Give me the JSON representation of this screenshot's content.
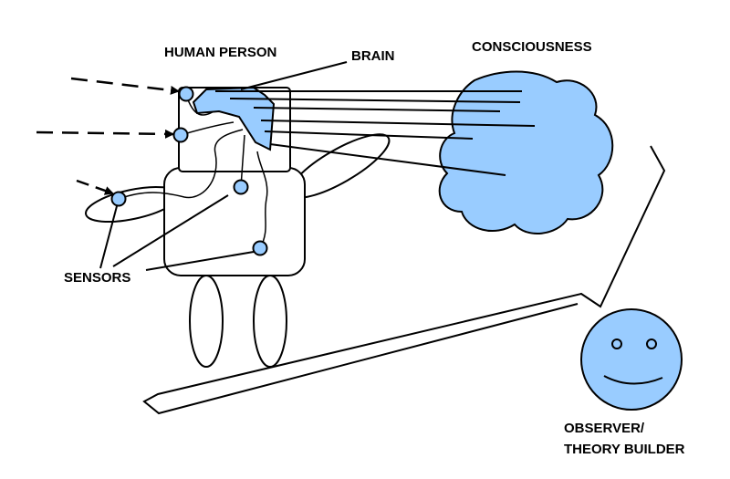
{
  "labels": {
    "human_person": "HUMAN PERSON",
    "brain": "BRAIN",
    "consciousness": "CONSCIOUSNESS",
    "sensors": "SENSORS",
    "observer_line1": "OBSERVER/",
    "observer_line2": "THEORY BUILDER"
  },
  "colors": {
    "fill_blue": "#99ccff",
    "stroke": "#000000",
    "background": "#ffffff"
  }
}
